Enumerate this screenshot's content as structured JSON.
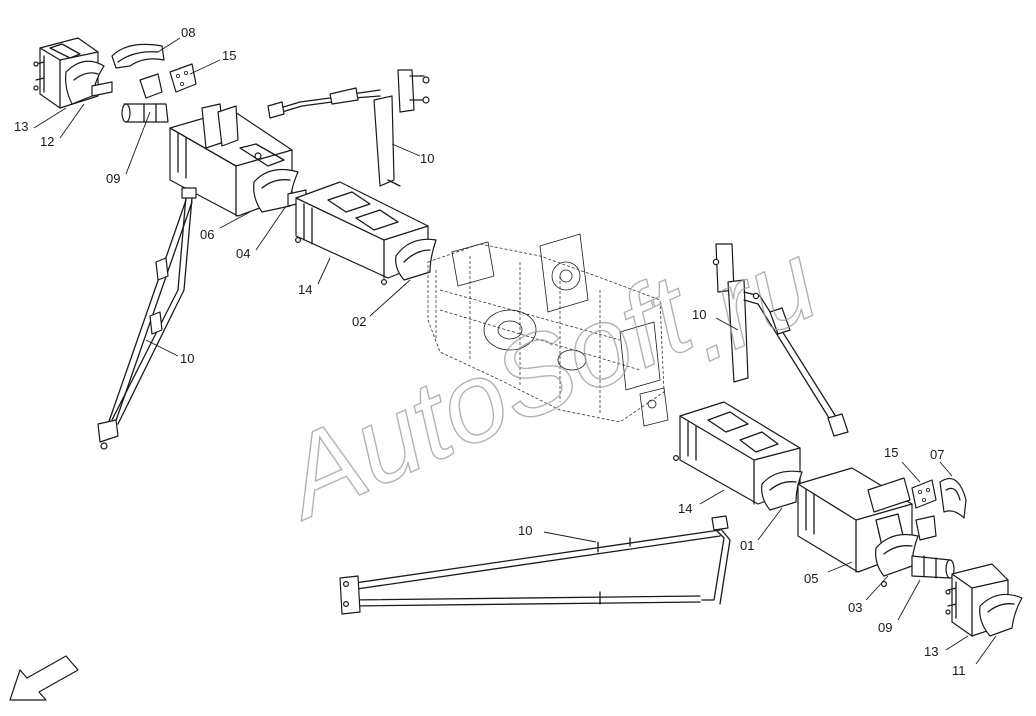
{
  "watermark": {
    "line1": "AutoSoft",
    "line2": ".ru"
  },
  "callouts": [
    {
      "id": "c08a",
      "text": "08"
    },
    {
      "id": "c15a",
      "text": "15"
    },
    {
      "id": "c13a",
      "text": "13"
    },
    {
      "id": "c12",
      "text": "12"
    },
    {
      "id": "c09a",
      "text": "09"
    },
    {
      "id": "c10a",
      "text": "10"
    },
    {
      "id": "c06",
      "text": "06"
    },
    {
      "id": "c04",
      "text": "04"
    },
    {
      "id": "c14a",
      "text": "14"
    },
    {
      "id": "c02",
      "text": "02"
    },
    {
      "id": "c10b",
      "text": "10"
    },
    {
      "id": "c10c",
      "text": "10"
    },
    {
      "id": "c14b",
      "text": "14"
    },
    {
      "id": "c01",
      "text": "01"
    },
    {
      "id": "c10d",
      "text": "10"
    },
    {
      "id": "c15b",
      "text": "15"
    },
    {
      "id": "c07",
      "text": "07"
    },
    {
      "id": "c05",
      "text": "05"
    },
    {
      "id": "c03",
      "text": "03"
    },
    {
      "id": "c09b",
      "text": "09"
    },
    {
      "id": "c13b",
      "text": "13"
    },
    {
      "id": "c11",
      "text": "11"
    }
  ],
  "icons": {
    "direction_arrow": "arrow-down-left-icon"
  }
}
